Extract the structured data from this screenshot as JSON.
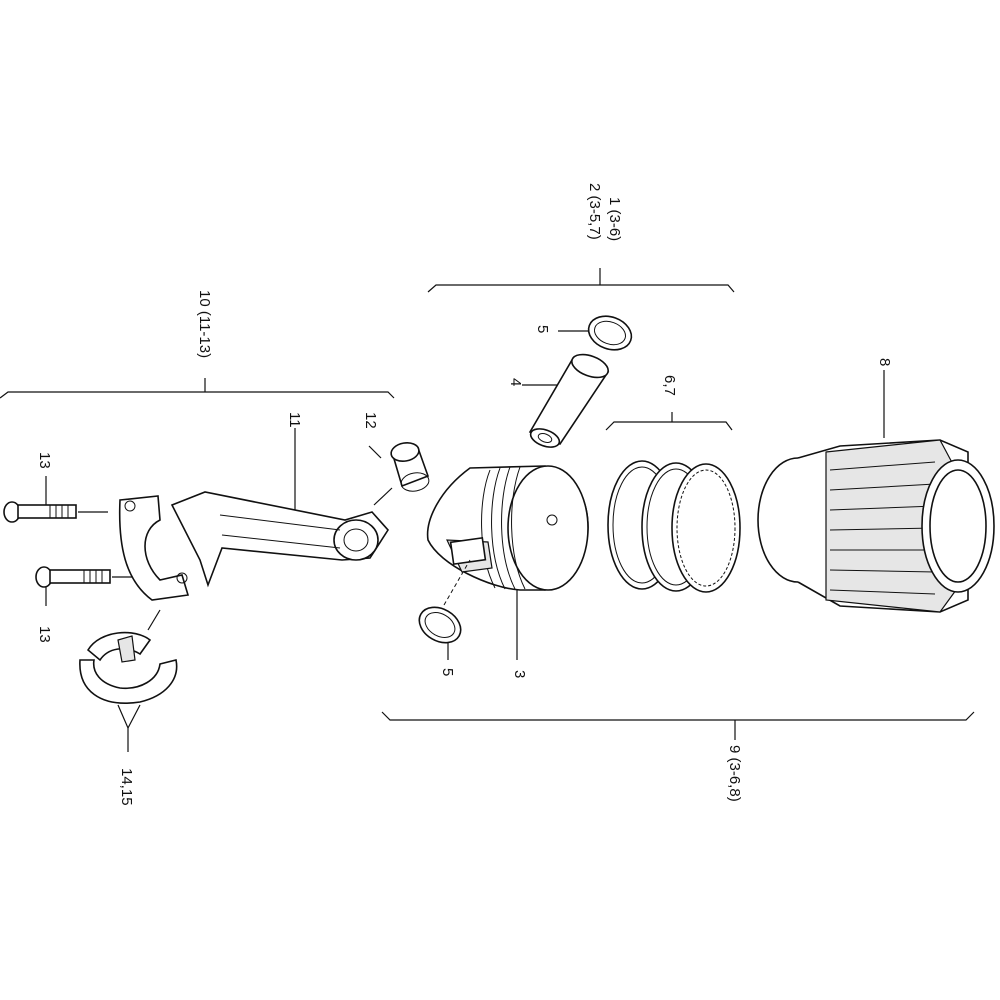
{
  "diagram": {
    "callouts": {
      "c1": "1 (3-6)",
      "c2": "2 (3-5,7)",
      "c3": "3",
      "c4": "4",
      "c5_top": "5",
      "c5_bottom": "5",
      "c67": "6,7",
      "c8": "8",
      "c9": "9 (3-6,8)",
      "c10": "10 (11-13)",
      "c11": "11",
      "c12": "12",
      "c13_top": "13",
      "c13_bottom": "13",
      "c1415": "14,15"
    },
    "colors": {
      "line": "#111111",
      "background": "#ffffff",
      "shade": "#e6e6e6"
    }
  }
}
